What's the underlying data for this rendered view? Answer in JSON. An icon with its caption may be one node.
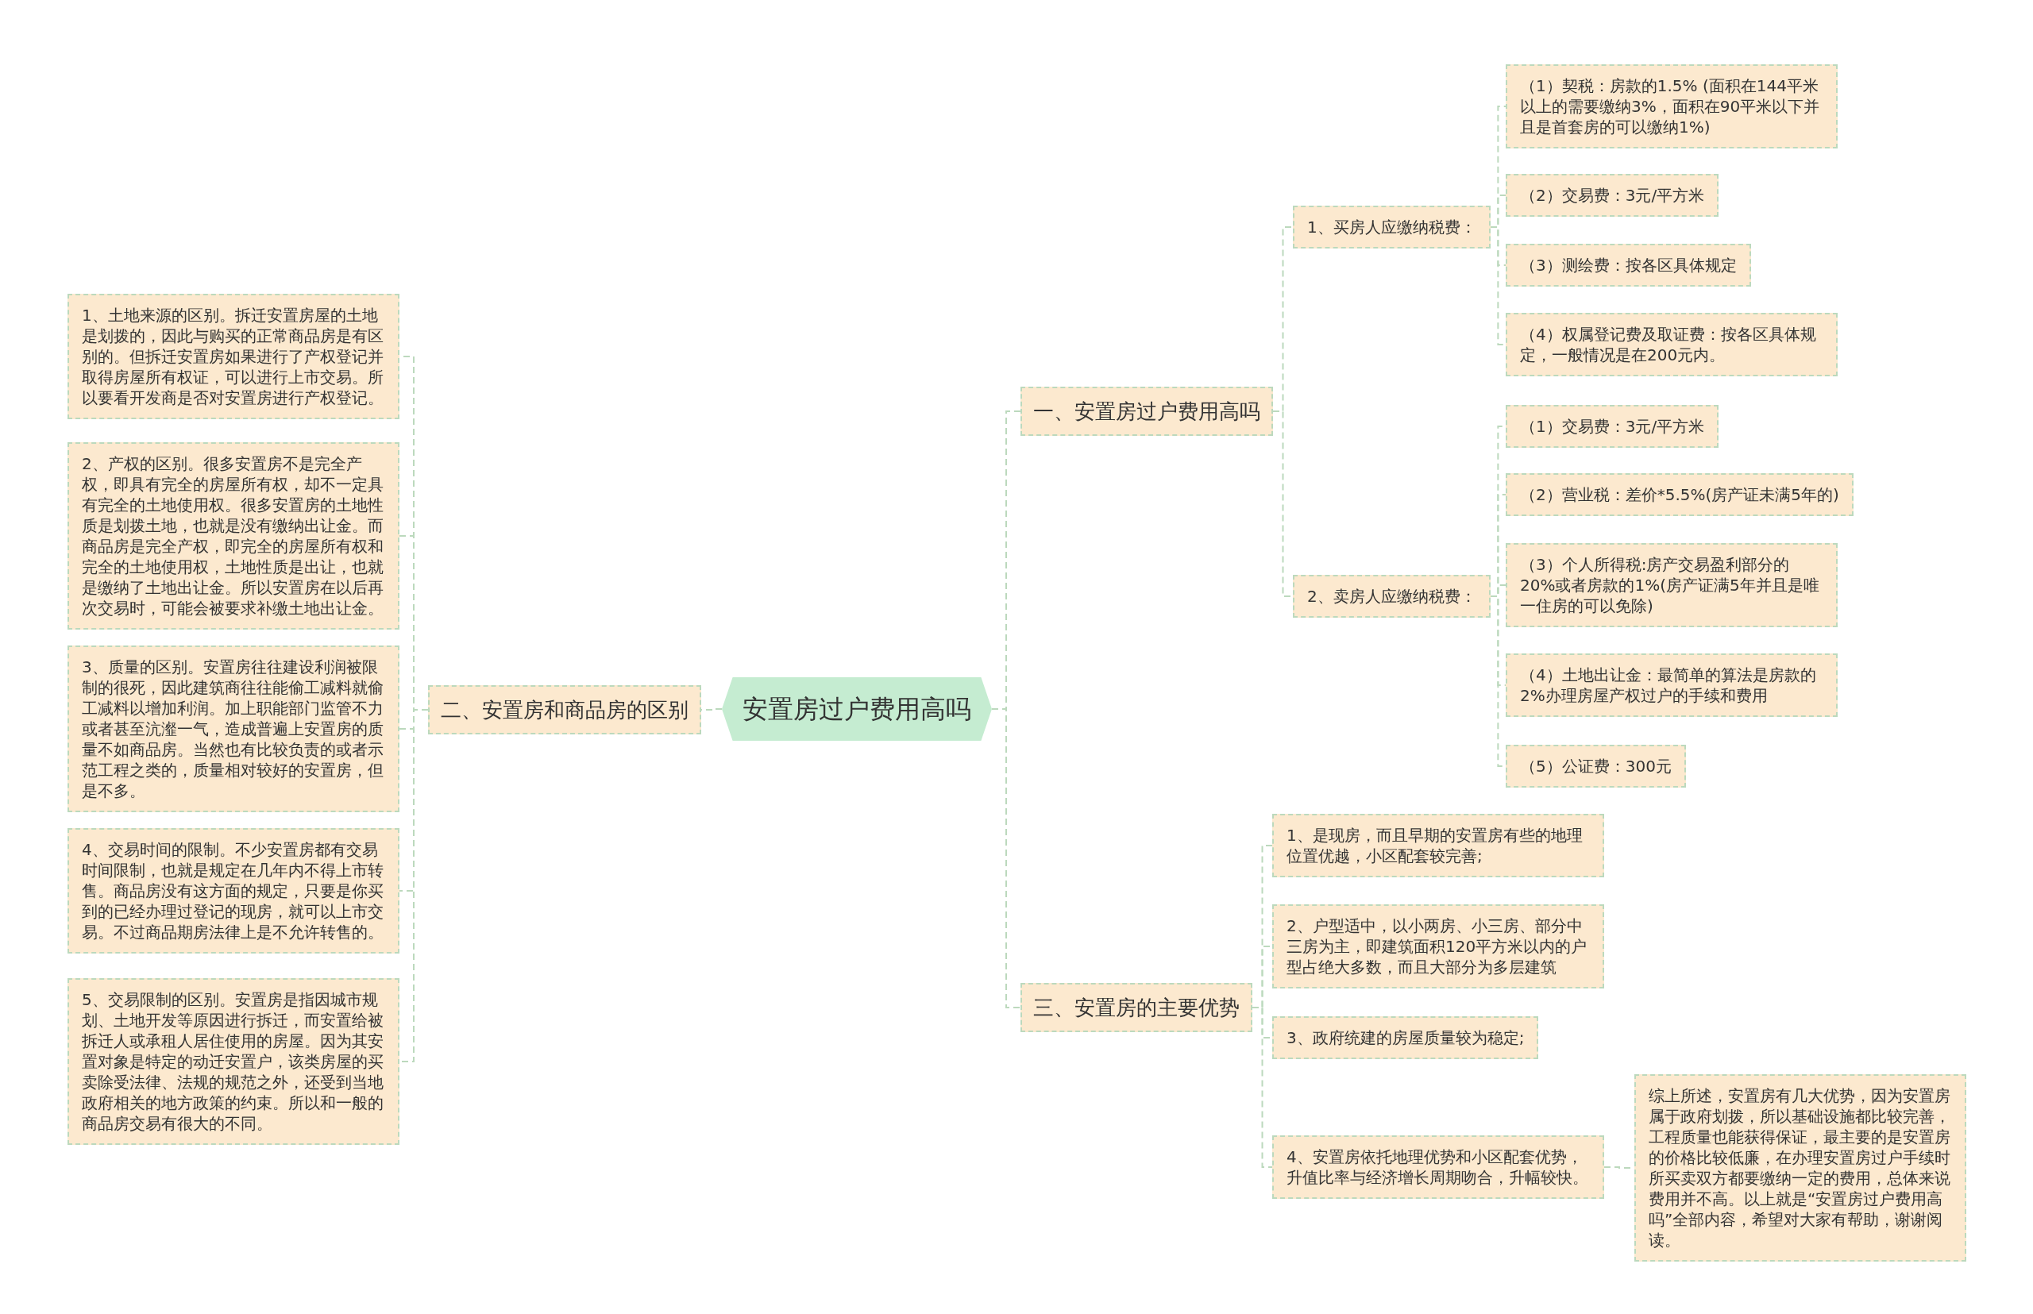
{
  "diagram": {
    "nodes": [
      {
        "text": [
          "安置房过户费用高吗"
        ]
      },
      {
        "text": [
          "一、安置房过户费用高吗"
        ]
      },
      {
        "text": [
          "1、买房人应缴纳税费："
        ]
      },
      {
        "text": [
          "（1）契税：房款的1.5% (面积在144平米以上的需要缴纳3%，面积在90平米以下并且是首套房的可以缴纳1%)"
        ]
      },
      {
        "text": [
          "（2）交易费：3元/平方米"
        ]
      },
      {
        "text": [
          "（3）测绘费：按各区具体规定"
        ]
      },
      {
        "text": [
          "（4）权属登记费及取证费：按各区具体规定，一般情况是在200元内。"
        ]
      },
      {
        "text": [
          "2、卖房人应缴纳税费："
        ]
      },
      {
        "text": [
          "（1）交易费：3元/平方米"
        ]
      },
      {
        "text": [
          "（2）营业税：差价*5.5%(房产证未满5年的)"
        ]
      },
      {
        "text": [
          "（3）个人所得税:房产交易盈利部分的20%或者房款的1%(房产证满5年并且是唯一住房的可以免除)"
        ]
      },
      {
        "text": [
          "（4）土地出让金：最简单的算法是房款的2%办理房屋产权过户的手续和费用"
        ]
      },
      {
        "text": [
          "（5）公证费：300元"
        ]
      },
      {
        "text": [
          "二、安置房和商品房的区别"
        ]
      },
      {
        "text": [
          "1、土地来源的区别。拆迁安置房屋的土地是划拨的，因此与购买的正常商品房是有区别的。但拆迁安置房如果进行了产权登记并取得房屋所有权证，可以进行上市交易。所以要看开发商是否对安置房进行产权登记。"
        ]
      },
      {
        "text": [
          "2、产权的区别。很多安置房不是完全产权，即具有完全的房屋所有权，却不一定具有完全的土地使用权。很多安置房的土地性质是划拨土地，也就是没有缴纳出让金。而商品房是完全产权，即完全的房屋所有权和完全的土地使用权，土地性质是出让，也就是缴纳了土地出让金。所以安置房在以后再次交易时，可能会被要求补缴土地出让金。"
        ]
      },
      {
        "text": [
          "3、质量的区别。安置房往往建设利润被限制的很死，因此建筑商往往能偷工减料就偷工减料以增加利润。加上职能部门监管不力或者甚至沆瀣一气，造成普遍上安置房的质量不如商品房。当然也有比较负责的或者示范工程之类的，质量相对较好的安置房，但是不多。"
        ]
      },
      {
        "text": [
          "4、交易时间的限制。不少安置房都有交易时间限制，也就是规定在几年内不得上市转售。商品房没有这方面的规定，只要是你买到的已经办理过登记的现房，就可以上市交易。不过商品期房法律上是不允许转售的。"
        ]
      },
      {
        "text": [
          "5、交易限制的区别。安置房是指因城市规划、土地开发等原因进行拆迁，而安置给被拆迁人或承租人居住使用的房屋。因为其安置对象是特定的动迁安置户，该类房屋的买卖除受法律、法规的规范之外，还受到当地政府相关的地方政策的约束。所以和一般的商品房交易有很大的不同。"
        ]
      },
      {
        "text": [
          "三、安置房的主要优势"
        ]
      },
      {
        "text": [
          "1、是现房，而且早期的安置房有些的地理位置优越，小区配套较完善;"
        ]
      },
      {
        "text": [
          "2、户型适中，以小两房、小三房、部分中三房为主，即建筑面积120平方米以内的户型占绝大多数，而且大部分为多层建筑"
        ]
      },
      {
        "text": [
          "3、政府统建的房屋质量较为稳定;"
        ]
      },
      {
        "text": [
          "4、安置房依托地理优势和小区配套优势，升值比率与经济增长周期吻合，升幅较快。"
        ]
      },
      {
        "text": [
          "综上所述，安置房有几大优势，因为安置房属于政府划拨，所以基础设施都比较完善，工程质量也能获得保证，最主要的是安置房的价格比较低廉，在办理安置房过户手续时所买卖双方都要缴纳一定的费用，总体来说费用并不高。以上就是“安置房过户费用高吗”全部内容，希望对大家有帮助，谢谢阅读。"
        ]
      }
    ],
    "edges": [
      {
        "from": 0,
        "to": 1,
        "arrow": "none"
      },
      {
        "from": 0,
        "to": 13,
        "arrow": "none"
      },
      {
        "from": 0,
        "to": 19,
        "arrow": "none"
      },
      {
        "from": 1,
        "to": 2,
        "arrow": "none"
      },
      {
        "from": 1,
        "to": 7,
        "arrow": "none"
      },
      {
        "from": 2,
        "to": 3,
        "arrow": "none"
      },
      {
        "from": 2,
        "to": 4,
        "arrow": "none"
      },
      {
        "from": 2,
        "to": 5,
        "arrow": "none"
      },
      {
        "from": 2,
        "to": 6,
        "arrow": "none"
      },
      {
        "from": 7,
        "to": 8,
        "arrow": "none"
      },
      {
        "from": 7,
        "to": 9,
        "arrow": "none"
      },
      {
        "from": 7,
        "to": 10,
        "arrow": "none"
      },
      {
        "from": 7,
        "to": 11,
        "arrow": "none"
      },
      {
        "from": 7,
        "to": 12,
        "arrow": "none"
      },
      {
        "from": 13,
        "to": 14,
        "arrow": "none"
      },
      {
        "from": 13,
        "to": 15,
        "arrow": "none"
      },
      {
        "from": 13,
        "to": 16,
        "arrow": "none"
      },
      {
        "from": 13,
        "to": 17,
        "arrow": "none"
      },
      {
        "from": 13,
        "to": 18,
        "arrow": "none"
      },
      {
        "from": 19,
        "to": 20,
        "arrow": "none"
      },
      {
        "from": 19,
        "to": 21,
        "arrow": "none"
      },
      {
        "from": 19,
        "to": 22,
        "arrow": "none"
      },
      {
        "from": 19,
        "to": 23,
        "arrow": "none"
      },
      {
        "from": 23,
        "to": 24,
        "arrow": "none"
      }
    ]
  }
}
